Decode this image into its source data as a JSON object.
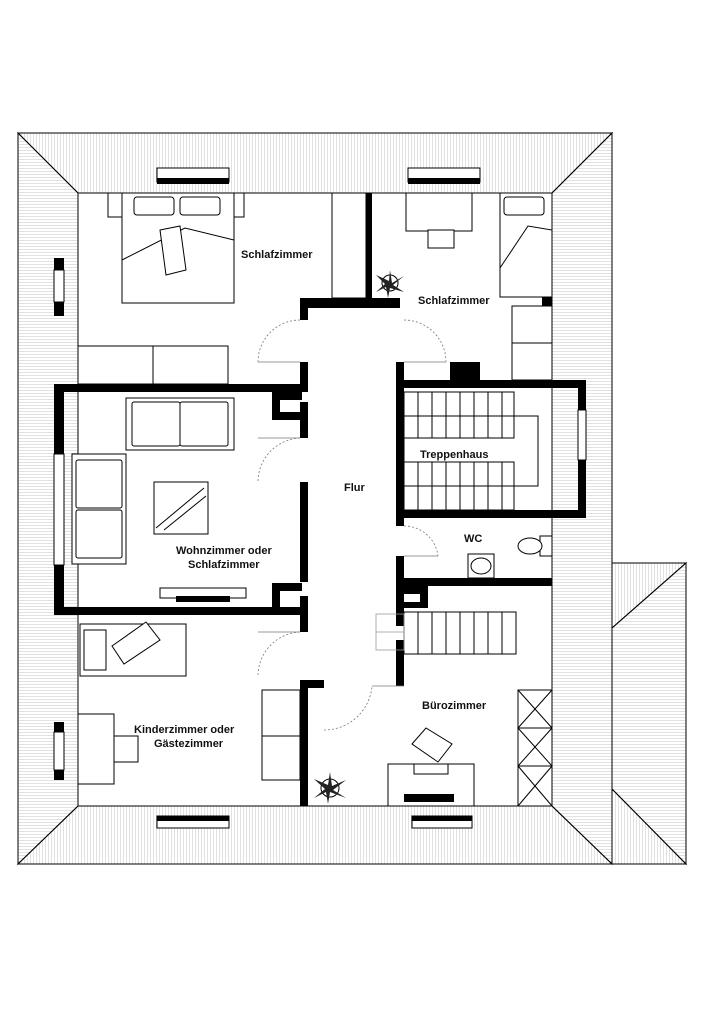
{
  "plan": {
    "rooms": {
      "bedroom_top_left": "Schlafzimmer",
      "bedroom_top_right": "Schlafzimmer",
      "living_line1": "Wohnzimmer oder",
      "living_line2": "Schlafzimmer",
      "stairwell": "Treppenhaus",
      "hallway": "Flur",
      "wc": "WC",
      "children_line1": "Kinderzimmer oder",
      "children_line2": "Gästezimmer",
      "office": "Bürozimmer"
    }
  }
}
